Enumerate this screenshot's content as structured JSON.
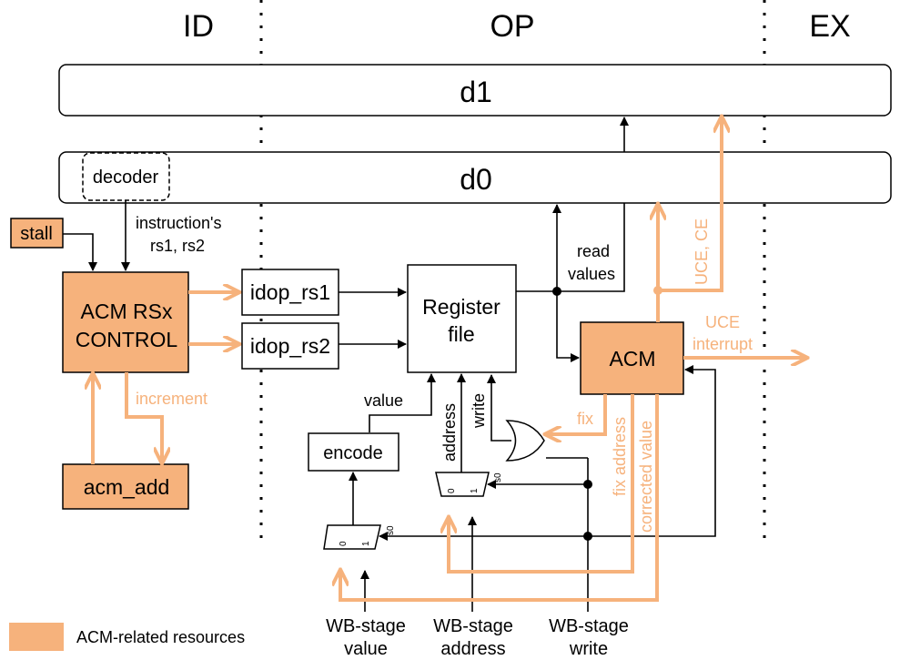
{
  "stages": {
    "id": "ID",
    "op": "OP",
    "ex": "EX"
  },
  "registers": {
    "d1": "d1",
    "d0": "d0",
    "decoder": "decoder"
  },
  "blocks": {
    "stall": "stall",
    "acm_rsx_line1": "ACM RSx",
    "acm_rsx_line2": "CONTROL",
    "acm_add": "acm_add",
    "idop_rs1": "idop_rs1",
    "idop_rs2": "idop_rs2",
    "regfile_line1": "Register",
    "regfile_line2": "file",
    "acm": "ACM",
    "encode": "encode"
  },
  "labels": {
    "instr_line1": "instruction's",
    "instr_line2": "rs1, rs2",
    "increment": "increment",
    "read_line1": "read",
    "read_line2": "values",
    "uce_ce": "UCE, CE",
    "uce_int_line1": "UCE",
    "uce_int_line2": "interrupt",
    "fix": "fix",
    "fix_address": "fix address",
    "corrected_value": "corrected value",
    "value": "value",
    "address": "address",
    "write": "write",
    "mux_in0": "0",
    "mux_in1": "1",
    "mux_sel": "s0"
  },
  "inputs": {
    "wb_value_line1": "WB-stage",
    "wb_value_line2": "value",
    "wb_address_line1": "WB-stage",
    "wb_address_line2": "address",
    "wb_write_line1": "WB-stage",
    "wb_write_line2": "write"
  },
  "legend": {
    "label": "ACM-related resources",
    "color": "#f6b27c"
  },
  "colors": {
    "acm_related": "#f6b27c",
    "wire": "#000000"
  }
}
